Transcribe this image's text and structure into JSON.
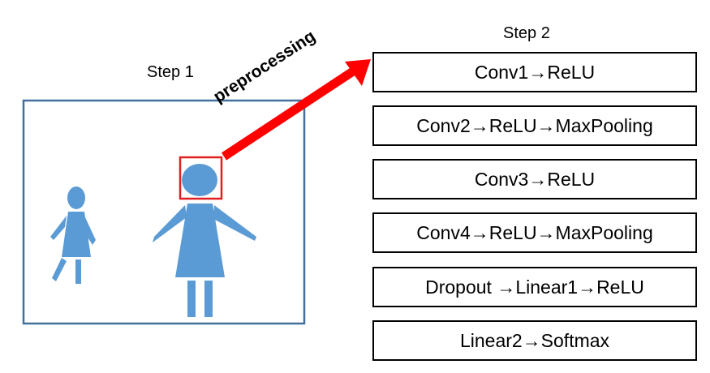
{
  "step1_label": "Step 1",
  "step2_label": "Step 2",
  "arrow_label": "preprocessing",
  "layers": [
    "Conv1→ReLU",
    "Conv2→ReLU→MaxPooling",
    "Conv3→ReLU",
    "Conv4→ReLU→MaxPooling",
    "Dropout →Linear1→ReLU",
    "Linear2→Softmax"
  ],
  "colors": {
    "figure_fill": "#5b9bd5",
    "frame_border": "#41719c",
    "highlight_box": "#e02020",
    "arrow": "#ff0000"
  }
}
